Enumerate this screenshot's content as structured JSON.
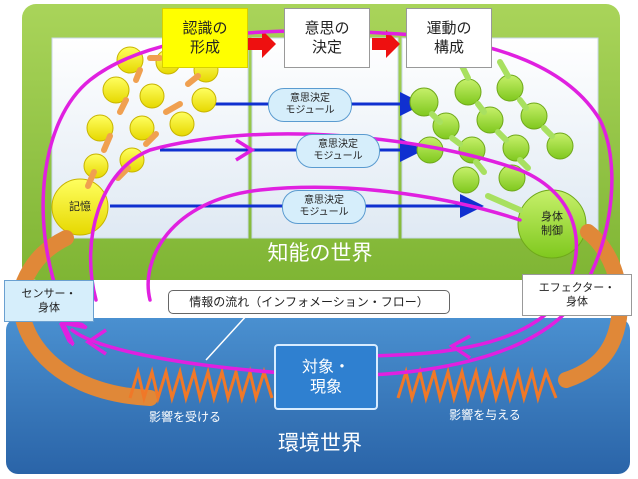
{
  "stages": {
    "recognition": "認識の\n形成",
    "decision": "意思の\n決定",
    "motion": "運動の\n構成"
  },
  "modules": [
    "意思決定\nモジュール",
    "意思決定\nモジュール",
    "意思決定\nモジュール"
  ],
  "memory_label": "記憶",
  "body_control_label": "身体\n制御",
  "intelligence_world_label": "知能の世界",
  "sensor_label": "センサー・\n身体",
  "effector_label": "エフェクター・\n身体",
  "info_flow_label": "情報の流れ（インフォメーション・フロー）",
  "object_label": "対象・\n現象",
  "receive_influence_label": "影響を受ける",
  "give_influence_label": "影響を与える",
  "environment_world_label": "環境世界",
  "colors": {
    "intelligence_bg": "#8dc63f",
    "environment_bg": "#2e75b6",
    "loop": "#e020e0",
    "stage_yellow": "#ffff00",
    "flow_orange": "#f0a050",
    "module_fill": "#d6eefb"
  }
}
